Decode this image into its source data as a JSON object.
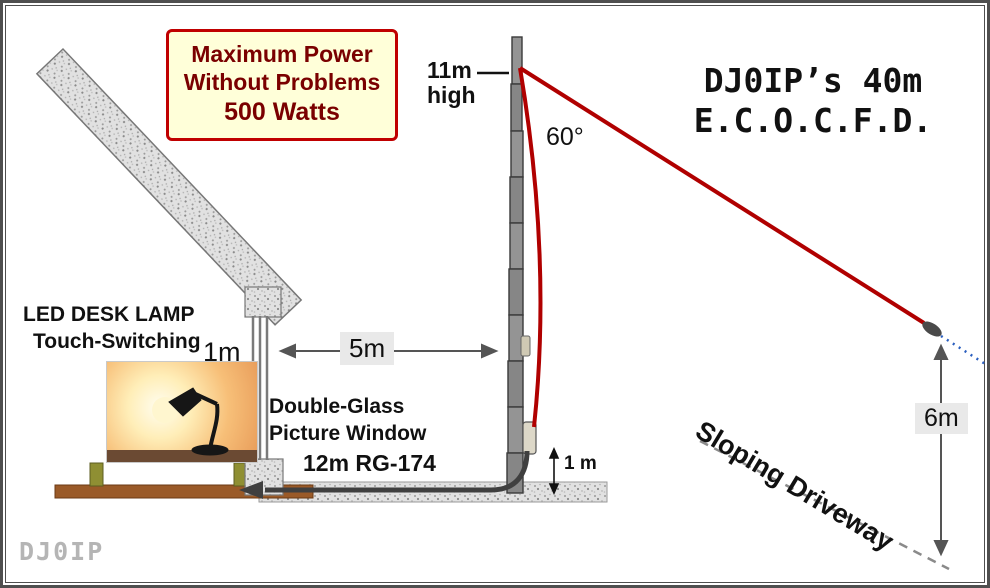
{
  "colors": {
    "wire": "#b00000",
    "box_bg": "#ffffd9",
    "box_border": "#c00000",
    "box_text": "#7a0000",
    "mast_fill": "#8c8c8c",
    "label_bg": "#e9e9e9",
    "dotted_blue": "#2b5fbf",
    "watermark": "#b5b5b5",
    "arrow": "#555555",
    "coax": "#3f3f3f",
    "table": "#9a5a28",
    "frame": "#4f4f4f"
  },
  "power_box": {
    "line1": "Maximum Power",
    "line2": "Without Problems",
    "line3": "500 Watts"
  },
  "title": {
    "line1": "DJ0IP’s 40m",
    "line2": "E.C.O.C.F.D."
  },
  "mast": {
    "height_line1": "11m",
    "height_line2": "high"
  },
  "angle_label": "60°",
  "lamp": {
    "line1": "LED DESK LAMP",
    "line2": "Touch-Switching"
  },
  "window": {
    "width_label": "1m",
    "name_line1": "Double-Glass",
    "name_line2": "Picture Window"
  },
  "distance_label": "5m",
  "coax_label": "12m RG-174",
  "mast_base_label": "1 m",
  "driveway_label": "Sloping Driveway",
  "drop_label": "6m",
  "watermark": "DJ0IP"
}
